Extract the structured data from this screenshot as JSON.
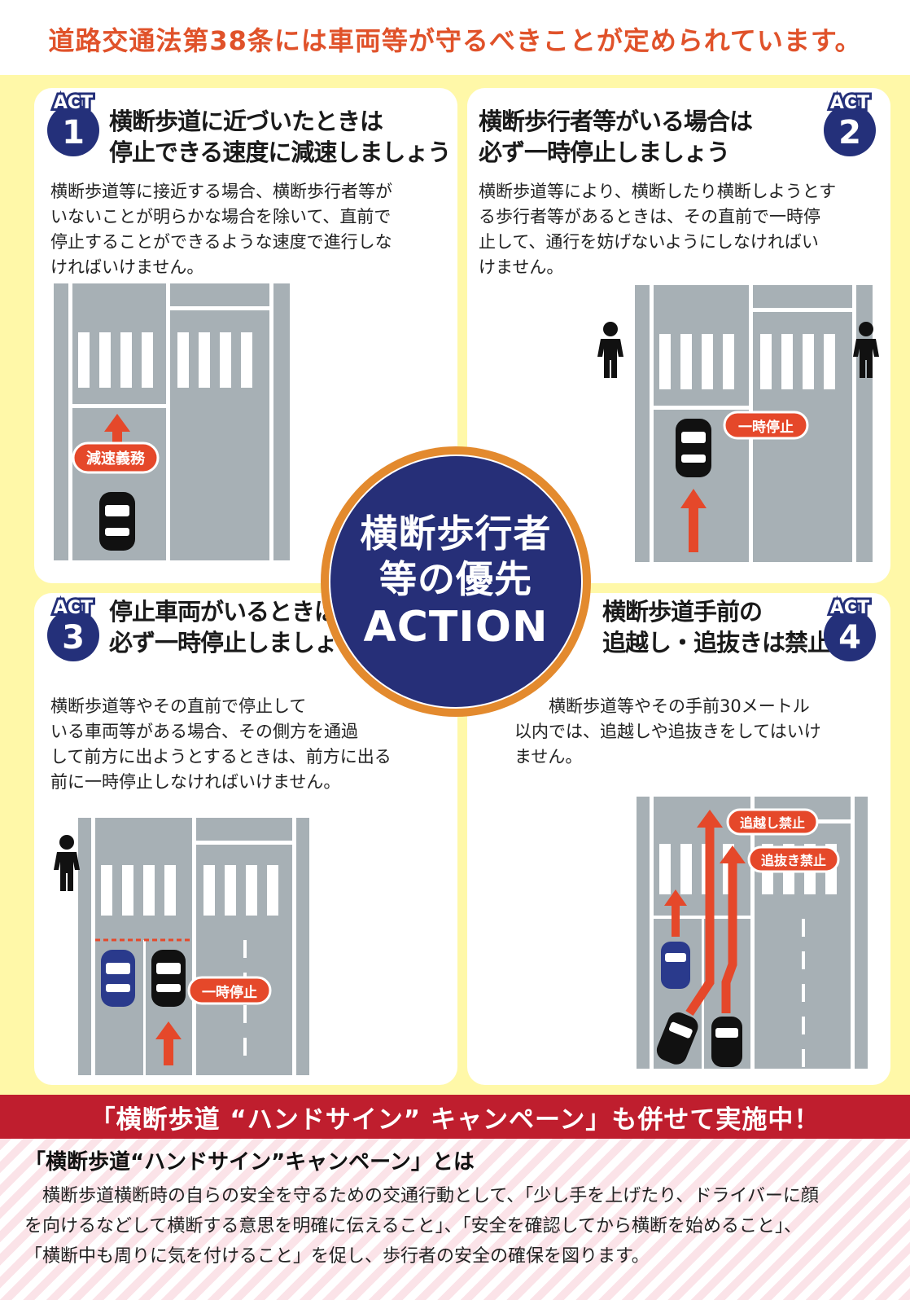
{
  "header": {
    "title": "道路交通法第38条には車両等が守るべきことが定められています。"
  },
  "center": {
    "line1": "横断歩行者",
    "line2": "等の優先",
    "line3": "ACTION"
  },
  "act_label": "ACT",
  "acts": [
    {
      "number": "1",
      "heading1": "横断歩道に近づいたときは",
      "heading2": "停止できる速度に減速しましょう",
      "body": [
        "横断歩道等に接近する場合、横断歩行者等が",
        "いないことが明らかな場合を除いて、直前で",
        "停止することができるような速度で進行しな",
        "ければいけません。"
      ],
      "label": "減速義務"
    },
    {
      "number": "2",
      "heading1": "横断歩行者等がいる場合は",
      "heading2": "必ず一時停止しましょう",
      "body": [
        "横断歩道等により、横断したり横断しようとす",
        "る歩行者等があるときは、その直前で一時停",
        "止して、通行を妨げないようにしなければい",
        "けません。"
      ],
      "label": "一時停止"
    },
    {
      "number": "3",
      "heading1": "停止車両がいるときは",
      "heading2": "必ず一時停止しましょう",
      "body": [
        "横断歩道等やその直前で停止して",
        "いる車両等がある場合、その側方を通過",
        "して前方に出ようとするときは、前方に出る",
        "前に一時停止しなければいけません。"
      ],
      "label": "一時停止"
    },
    {
      "number": "4",
      "heading1": "横断歩道手前の",
      "heading2": "追越し・追抜きは禁止です",
      "body": [
        "　　横断歩道等やその手前30メートル",
        "以内では、追越しや追抜きをしてはいけ",
        "ません。"
      ],
      "label_a": "追越し禁止",
      "label_b": "追抜き禁止"
    }
  ],
  "campaign": {
    "banner": "「横断歩道 “ハンドサイン” キャンペーン」も併せて実施中！",
    "title": "「横断歩道“ハンドサイン”キャンペーン」とは",
    "text1": "　横断歩道横断時の自らの安全を守るための交通行動として、「少し手を上げたり、ドライバーに顔",
    "text2": "を向けるなどして横断する意思を明確に伝えること」、「安全を確認してから横断を始めること」、",
    "text3": "「横断中も周りに気を付けること」を促し、歩行者の安全の確保を図ります。"
  },
  "colors": {
    "accent_orange": "#e0522a",
    "navy": "#24307a",
    "road_gray": "#a7b0b5",
    "panel_yellow": "#fff8a8",
    "campaign_red": "#bf1e2e",
    "arrow_red": "#e5482a"
  }
}
